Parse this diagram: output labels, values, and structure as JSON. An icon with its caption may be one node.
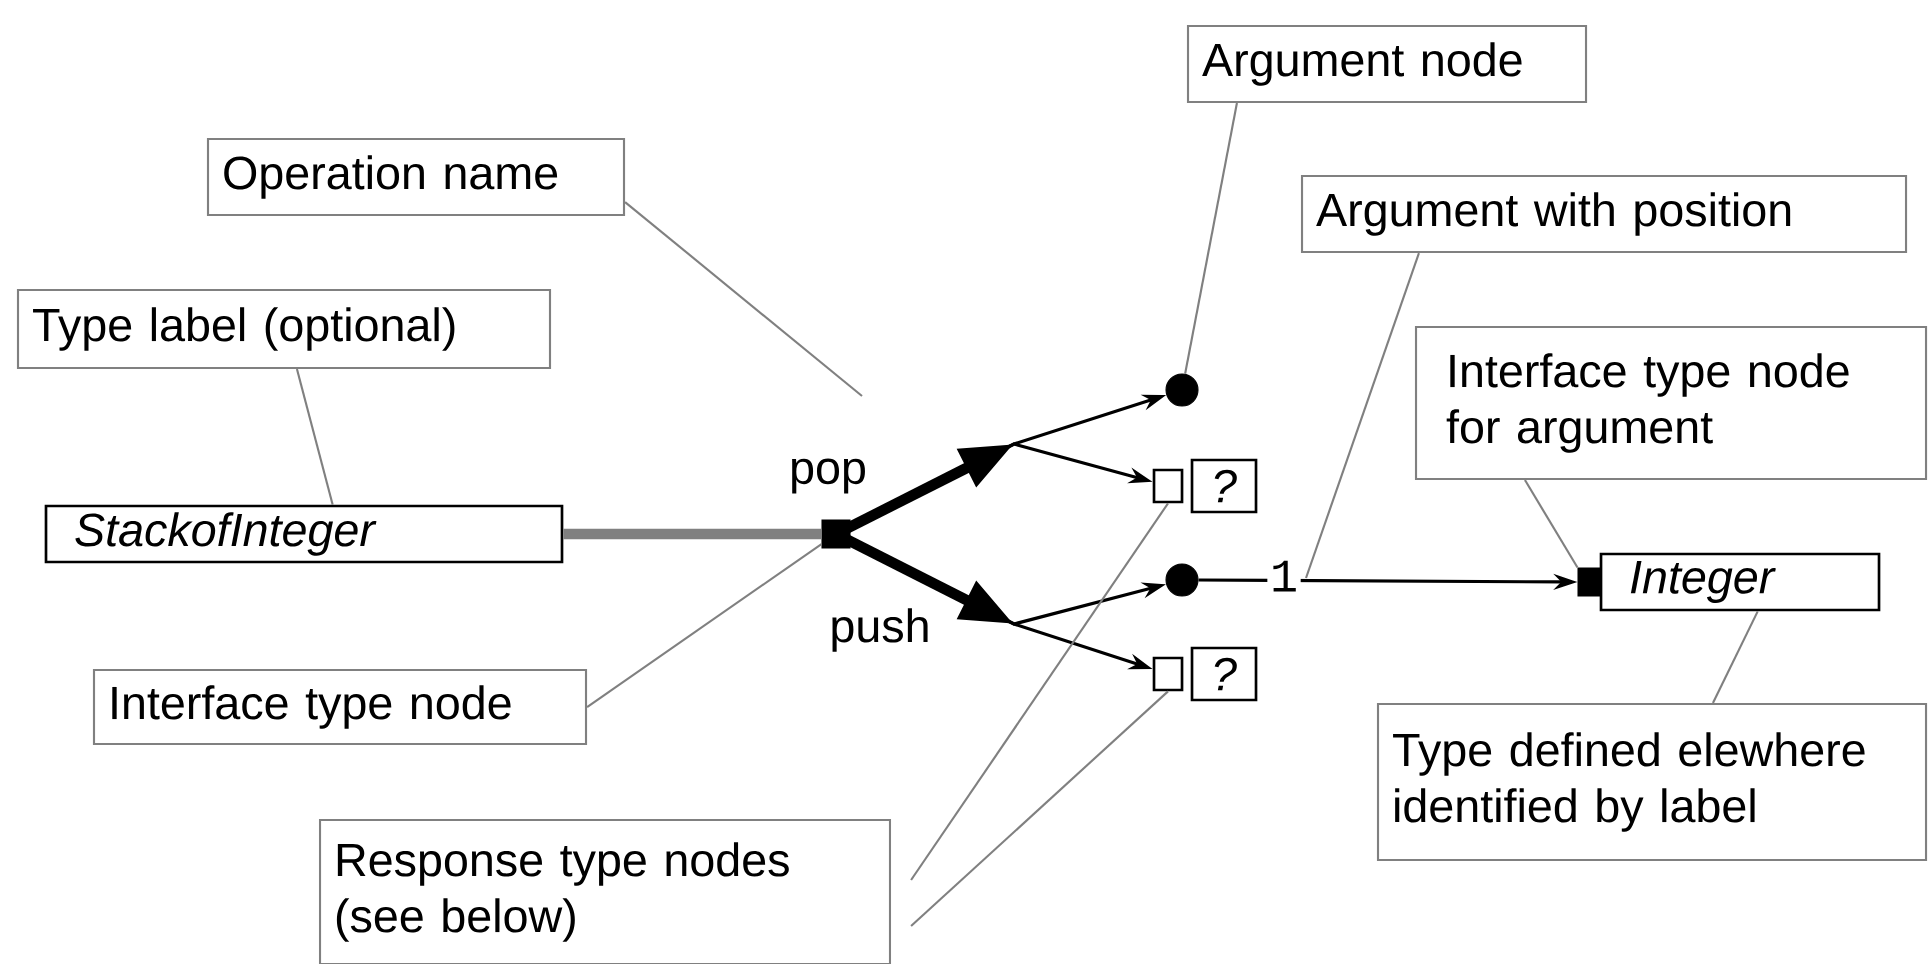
{
  "diagram": {
    "nodes": [
      {
        "text": [
          "Argument node"
        ]
      },
      {
        "text": [
          "Operation name"
        ]
      },
      {
        "text": [
          "Argument with position"
        ]
      },
      {
        "text": [
          "Type label (optional)"
        ]
      },
      {
        "text": [
          "Interface type node for argument"
        ]
      },
      {
        "text": [
          "StackofInteger"
        ]
      },
      {
        "text": [],
        "shape": "box"
      },
      {
        "text": [],
        "shape": "circle"
      },
      {
        "text": [],
        "shape": "box"
      },
      {
        "text": [
          "?"
        ]
      },
      {
        "text": [],
        "shape": "circle"
      },
      {
        "text": [],
        "shape": "box"
      },
      {
        "text": [
          "Integer"
        ]
      },
      {
        "text": [],
        "shape": "box"
      },
      {
        "text": [
          "?"
        ]
      },
      {
        "text": [
          "Interface type node"
        ]
      },
      {
        "text": [
          "Type defined elewhere identified by label"
        ]
      },
      {
        "text": [
          "Response type nodes (see below)"
        ]
      }
    ],
    "edges": [
      {
        "from": 5,
        "to": 6,
        "arrow": "none",
        "style": "thick"
      },
      {
        "from": 6,
        "to": 7,
        "arrow": "to",
        "label": "pop",
        "color": "#000000"
      },
      {
        "from": 6,
        "to": 8,
        "arrow": "to",
        "color": "#000000"
      },
      {
        "from": 6,
        "to": 10,
        "arrow": "to",
        "label": "push",
        "color": "#000000"
      },
      {
        "from": 6,
        "to": 13,
        "arrow": "to",
        "color": "#000000"
      },
      {
        "from": 10,
        "to": 11,
        "arrow": "to",
        "label": "1",
        "color": "#000000"
      },
      {
        "from": 0,
        "to": 7,
        "arrow": "none"
      },
      {
        "from": 1,
        "to": null,
        "arrow": "none"
      },
      {
        "from": 2,
        "to": null,
        "arrow": "none"
      },
      {
        "from": 3,
        "to": 5,
        "arrow": "none"
      },
      {
        "from": 4,
        "to": 11,
        "arrow": "none"
      },
      {
        "from": 15,
        "to": 6,
        "arrow": "none"
      },
      {
        "from": 16,
        "to": 12,
        "arrow": "none"
      },
      {
        "from": 17,
        "to": 8,
        "arrow": "none"
      },
      {
        "from": 17,
        "to": 13,
        "arrow": "none"
      }
    ]
  }
}
